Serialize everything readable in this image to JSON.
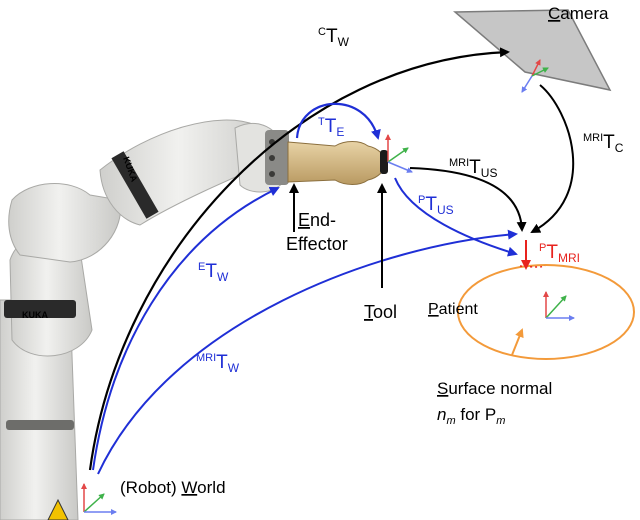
{
  "colors": {
    "blue": "#1f2fd6",
    "black": "#000000",
    "red": "#e8231e",
    "orange": "#f39a3a",
    "axis_red": "#e34848",
    "axis_green": "#3fb24a",
    "axis_blue": "#6b7ef0",
    "camera_fill": "#c6c6c6",
    "robot_body": "#e7e7e5",
    "robot_shadow": "#b9b9b6",
    "tool_tan": "#d8c08f"
  },
  "labels": {
    "camera": {
      "first": "C",
      "rest": "amera"
    },
    "c_tw": {
      "sup": "C",
      "main": "T",
      "sub": "W"
    },
    "t_te": {
      "sup": "T",
      "main": "T",
      "sub": "E"
    },
    "mri_tc": {
      "sup": "MRI",
      "main": "T",
      "sub": "C"
    },
    "mri_tus": {
      "sup": "MRI",
      "main": "T",
      "sub": "US"
    },
    "p_tus": {
      "sup": "P",
      "main": "T",
      "sub": "US"
    },
    "p_tmri": {
      "sup": "P",
      "main": "T",
      "sub": "MRI"
    },
    "e_tw": {
      "sup": "E",
      "main": "T",
      "sub": "W"
    },
    "mri_tw": {
      "sup": "MRI",
      "main": "T",
      "sub": "W"
    },
    "end_effector": {
      "first": "E",
      "line1_rest": "nd-",
      "line2": "Effector"
    },
    "tool": {
      "first": "T",
      "rest": "ool"
    },
    "patient": {
      "first": "P",
      "rest": "atient"
    },
    "surface": {
      "first": "S",
      "rest": "urface normal"
    },
    "normal": {
      "n": "n",
      "n_sub": "m",
      "for": " for P",
      "p_sub": "m"
    },
    "world": {
      "prefix": "(Robot) ",
      "first": "W",
      "rest": "orld"
    },
    "robot_brand": "KUKA"
  }
}
